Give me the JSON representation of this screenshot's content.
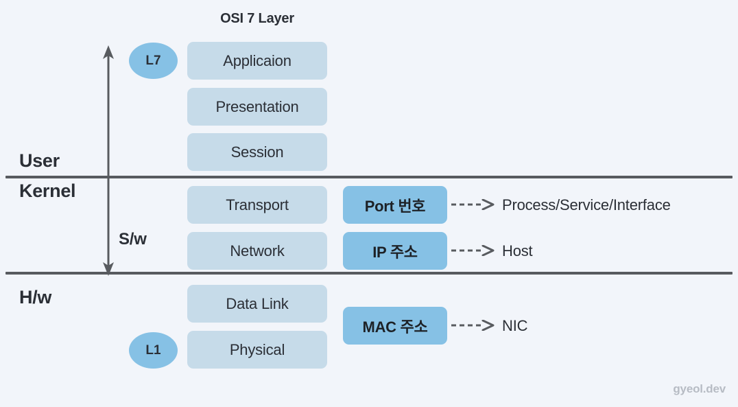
{
  "diagram": {
    "title": "OSI 7 Layer",
    "background_color": "#f2f5fa",
    "layer_box_color": "#c6dbe9",
    "accent_color": "#86c1e5",
    "line_color": "#585b5f",
    "text_color": "#2b2f36"
  },
  "zones": {
    "user": "User",
    "kernel": "Kernel",
    "hardware": "H/w",
    "software_axis": "S/w"
  },
  "levels": {
    "top": "L7",
    "bottom": "L1"
  },
  "layers": [
    {
      "name": "Applicaion"
    },
    {
      "name": "Presentation"
    },
    {
      "name": "Session"
    },
    {
      "name": "Transport"
    },
    {
      "name": "Network"
    },
    {
      "name": "Data Link"
    },
    {
      "name": "Physical"
    }
  ],
  "mappings": [
    {
      "badge": "Port 번호",
      "target": "Process/Service/Interface"
    },
    {
      "badge": "IP 주소",
      "target": "Host"
    },
    {
      "badge": "MAC 주소",
      "target": "NIC"
    }
  ],
  "watermark": "gyeol.dev"
}
